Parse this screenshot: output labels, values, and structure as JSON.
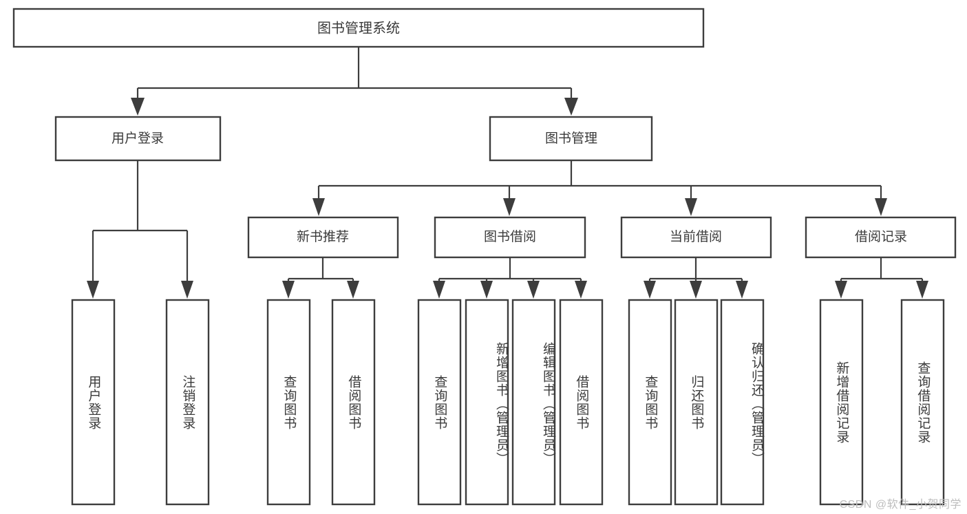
{
  "diagram": {
    "type": "hierarchy-tree",
    "title": "图书管理系统",
    "orientation": "top-down",
    "colors": {
      "box_fill": "#ffffff",
      "box_stroke": "#3d3d3d",
      "text": "#3a3a3a",
      "connector": "#3d3d3d",
      "background": "#ffffff",
      "watermark": "#bdbdbd"
    },
    "root": {
      "label": "图书管理系统"
    },
    "level2": [
      {
        "label": "用户登录"
      },
      {
        "label": "图书管理"
      }
    ],
    "level3": [
      {
        "label": "新书推荐"
      },
      {
        "label": "图书借阅"
      },
      {
        "label": "当前借阅"
      },
      {
        "label": "借阅记录"
      }
    ],
    "leaves": {
      "user_login": [
        {
          "label": "用户登录"
        },
        {
          "label": "注销登录"
        }
      ],
      "new_book_recommend": [
        {
          "label": "查询图书"
        },
        {
          "label": "借阅图书"
        }
      ],
      "book_borrow": [
        {
          "label": "查询图书"
        },
        {
          "label": "新增图书（管理员）"
        },
        {
          "label": "编辑图书（管理员）"
        },
        {
          "label": "借阅图书"
        }
      ],
      "current_borrow": [
        {
          "label": "查询图书"
        },
        {
          "label": "归还图书"
        },
        {
          "label": "确认归还（管理员）"
        }
      ],
      "borrow_record": [
        {
          "label": "新增借阅记录"
        },
        {
          "label": "查询借阅记录"
        }
      ]
    }
  },
  "watermark": {
    "text": "CSDN @软件_小贺同学"
  }
}
